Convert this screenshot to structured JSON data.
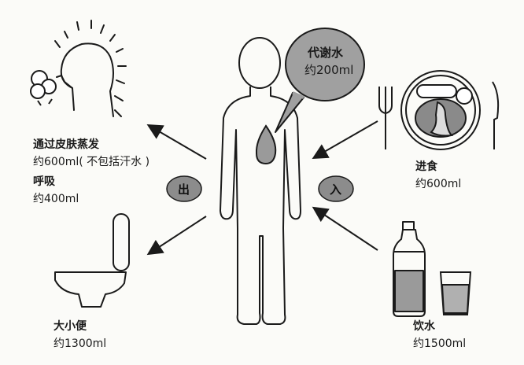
{
  "center": {
    "bubble_title": "代谢水",
    "bubble_value": "约200ml"
  },
  "outputs": {
    "badge": "出",
    "skin": {
      "title": "通过皮肤蒸发",
      "value": "约600ml( 不包括汗水 )"
    },
    "breath": {
      "title": "呼吸",
      "value": "约400ml"
    },
    "toilet": {
      "title": "大小便",
      "value": "约1300ml"
    }
  },
  "inputs": {
    "badge": "入",
    "food": {
      "title": "进食",
      "value": "约600ml"
    },
    "drink": {
      "title": "饮水",
      "value": "约1500ml"
    }
  },
  "colors": {
    "line": "#1a1a1a",
    "badge_fill": "#8c8c8c",
    "bubble_fill": "#a0a0a0",
    "drop_fill": "#9a9a9a"
  }
}
